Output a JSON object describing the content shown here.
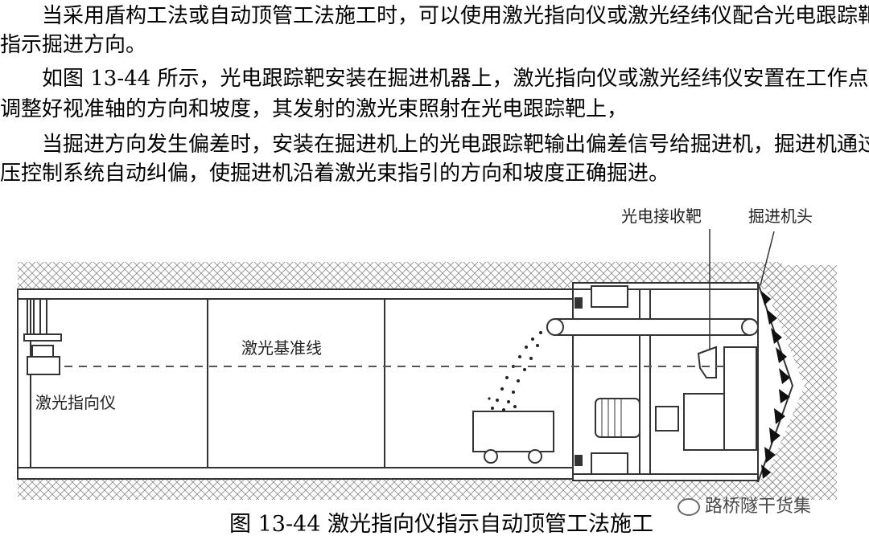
{
  "text": {
    "p1_line1": "当采用盾构工法或自动顶管工法施工时，可以使用激光指向仪或激光经纬仪配合光电跟踪靶，",
    "p1_line2": "指示掘进方向。",
    "p2_line1": "如图 13-44 所示，光电跟踪靶安装在掘进机器上，激光指向仪或激光经纬仪安置在工作点上并",
    "p2_line2": "调整好视准轴的方向和坡度，其发射的激光束照射在光电跟踪靶上，",
    "p3_line1": "当掘进方向发生偏差时，安装在掘进机上的光电跟踪靶输出偏差信号给掘进机，掘进机通过液",
    "p3_line2": "压控制系统自动纠偏，使掘进机沿着激光束指引的方向和坡度正确掘进。"
  },
  "figure": {
    "label_receiver": "光电接收靶",
    "label_head": "掘进机头",
    "label_baseline": "激光基准线",
    "label_pointer": "激光指向仪",
    "caption": "图 13-44 激光指向仪指示自动顶管工法施工"
  },
  "watermark": "路桥隧干货集"
}
